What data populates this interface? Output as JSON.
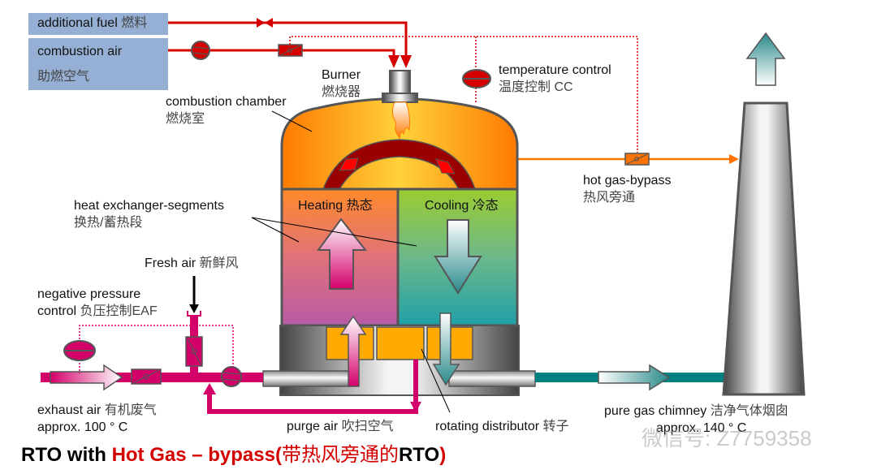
{
  "title": {
    "prefix": "RTO with ",
    "highlight": "Hot Gas – bypass(",
    "cn": "带热风旁通的",
    "suffix": "RTO",
    "close": ")"
  },
  "inputs": {
    "fuel": {
      "en": "additional fuel",
      "cn": "燃料"
    },
    "combustion_air": {
      "en": "combustion air",
      "cn": "助燃空气"
    }
  },
  "labels": {
    "burner": {
      "en": "Burner",
      "cn": "燃烧器"
    },
    "combustion_chamber": {
      "en": "combustion chamber",
      "cn": "燃烧室"
    },
    "temperature_control": {
      "en": "temperature control",
      "cn": "温度控制 CC"
    },
    "hot_gas_bypass": {
      "en": "hot gas-bypass",
      "cn": "热风旁通"
    },
    "heat_exchanger": {
      "en": "heat exchanger-segments",
      "cn": "换热/蓄热段"
    },
    "heating": {
      "en": "Heating",
      "cn": "热态"
    },
    "cooling": {
      "en": "Cooling",
      "cn": "冷态"
    },
    "fresh_air": {
      "en": "Fresh air",
      "cn": "新鲜风"
    },
    "negative_pressure": {
      "en1": "negative pressure",
      "en2": "control",
      "cn": "负压控制EAF"
    },
    "exhaust_air": {
      "en": "exhaust air",
      "cn": "有机废气",
      "temp": "approx. 100 ° C"
    },
    "purge_air": {
      "en": "purge air",
      "cn": "吹扫空气"
    },
    "rotating_distributor": {
      "en": "rotating distributor",
      "cn": "转子"
    },
    "pure_gas": {
      "en": "pure gas chimney",
      "cn": "洁净气体烟囱",
      "temp": "approx. 140 ° C"
    }
  },
  "watermark": "微信号: Z7759358",
  "colors": {
    "fuel_line": "#d40000",
    "bypass_line": "#ff7300",
    "exhaust_line": "#d4006a",
    "clean_line": "#008080",
    "input_box": "#95b0d4"
  }
}
